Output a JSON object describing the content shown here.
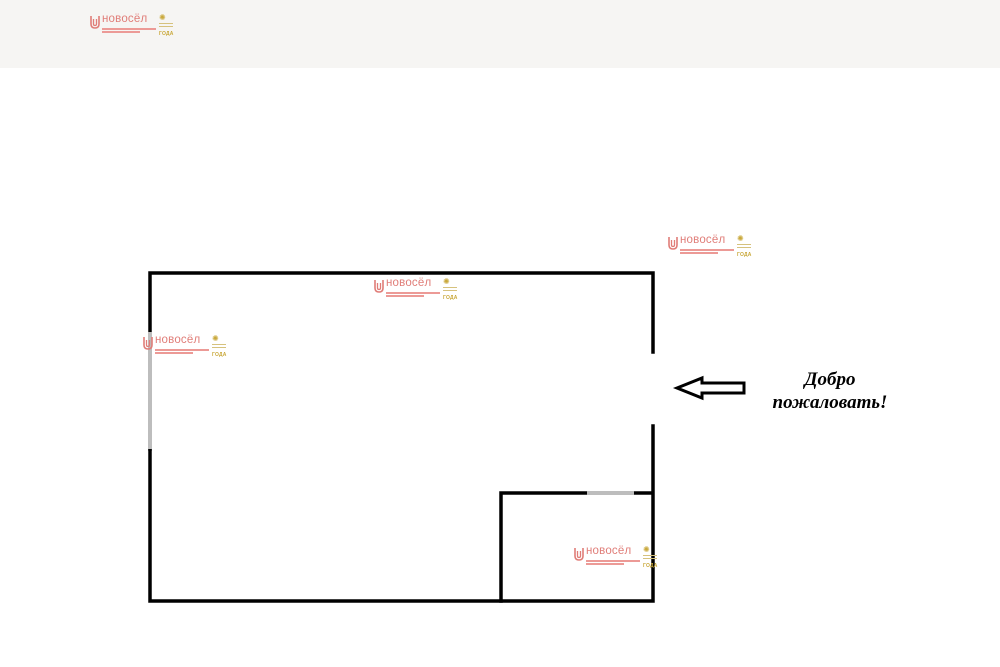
{
  "brand": {
    "name": "новосёл",
    "badge_text": "ГОДА",
    "colors": {
      "logo": "#e07d78",
      "badge": "#c9a83a",
      "header_band": "#f6f5f3"
    }
  },
  "plan": {
    "entrance_label_line1": "Добро",
    "entrance_label_line2": "пожаловать!",
    "entrance_arrow_icon": "left-arrow-icon",
    "colors": {
      "walls": "#000000",
      "window": "#bdbdbd",
      "background": "#ffffff"
    }
  }
}
